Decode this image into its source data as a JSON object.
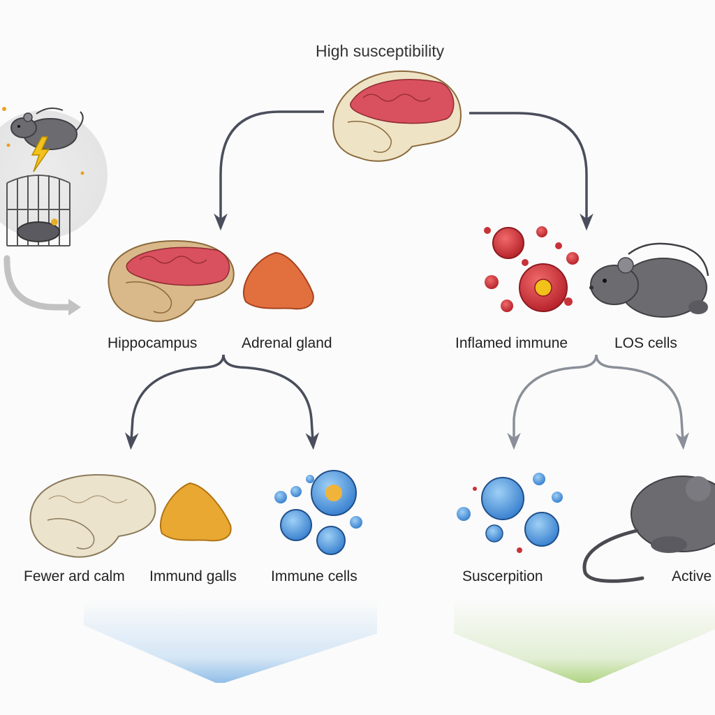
{
  "title": "High susceptibility",
  "level1": {
    "left_labels": [
      "Hippocampus",
      "Adrenal gland"
    ],
    "right_labels": [
      "Inflamed immune",
      "LOS cells"
    ]
  },
  "level2": {
    "left_labels": [
      "Fewer ard calm",
      "Immund galls",
      "Immune cells"
    ],
    "right_labels": [
      "Suscerpition",
      "Active"
    ]
  },
  "colors": {
    "arrow": "#4a4e5c",
    "arrow_light": "#8a8f99",
    "brain_inflamed": "#d9505e",
    "adrenal_red": "#e2703e",
    "adrenal_yellow": "#e9a832",
    "immune_blue": "#4a90d9",
    "virus_red": "#c8323a",
    "mouse_gray": "#6b6b70",
    "fade_blue": "#6fa9e0",
    "fade_green": "#8fc45a"
  }
}
